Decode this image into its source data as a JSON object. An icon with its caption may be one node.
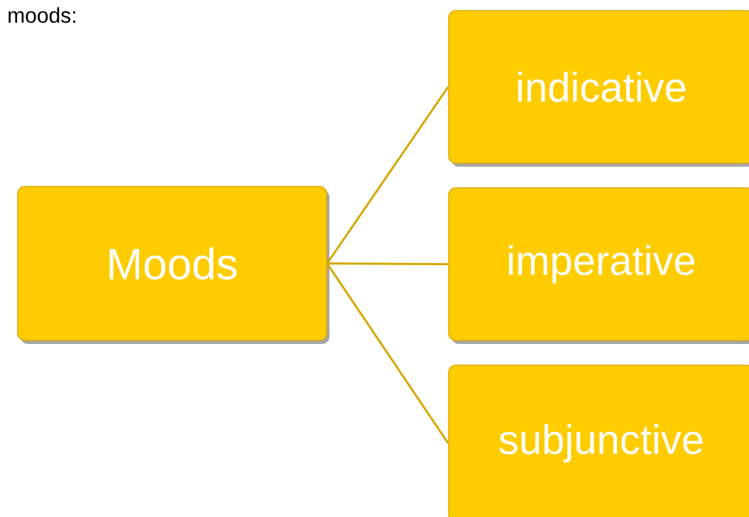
{
  "diagram": {
    "nodes": [
      {
        "text": [
          "Moods"
        ]
      },
      {
        "text": [
          "indicative"
        ]
      },
      {
        "text": [
          "imperative"
        ]
      },
      {
        "text": [
          "subjunctive"
        ]
      }
    ],
    "edges": [
      {
        "from": 0,
        "to": 1,
        "arrow": "none"
      },
      {
        "from": 0,
        "to": 2,
        "arrow": "none"
      },
      {
        "from": 0,
        "to": 3,
        "arrow": "none"
      }
    ],
    "labels": [
      "moods:"
    ]
  }
}
